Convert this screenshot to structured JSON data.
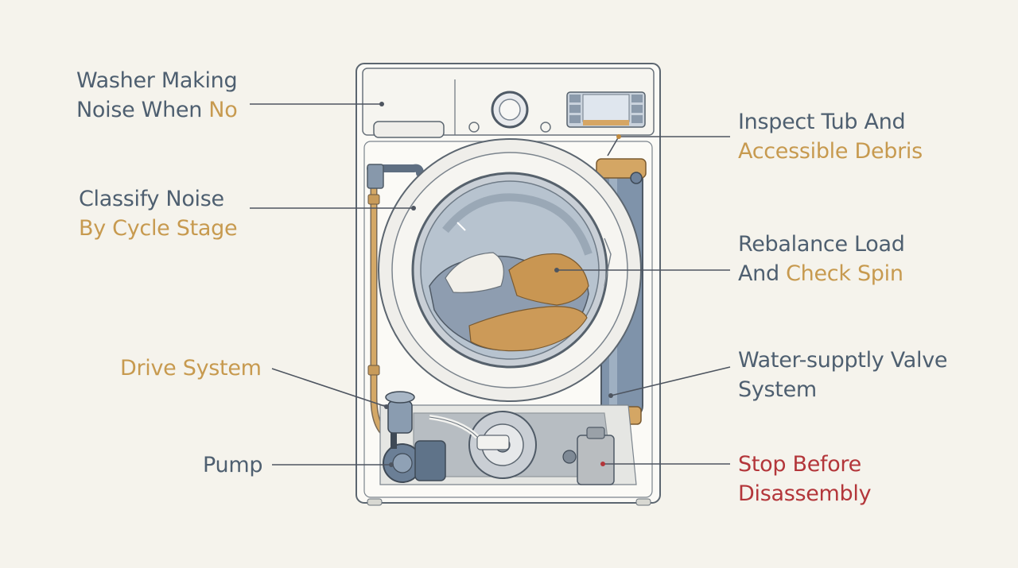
{
  "colors": {
    "background": "#f5f3ec",
    "text": "#4e5f70",
    "accent": "#c79a4f",
    "warning": "#b3363a",
    "outline": "#5c6670",
    "metal_blue": "#7c8ea3"
  },
  "labels": {
    "washer_noise": {
      "line1": "Washer Making",
      "line2a": "Noise When ",
      "line2b": "No"
    },
    "classify_noise": {
      "line1": "Classify Noise",
      "line2": "By Cycle Stage"
    },
    "drive_system": {
      "text": "Drive System"
    },
    "pump": {
      "text": "Pump"
    },
    "inspect_tub": {
      "line1": "Inspect Tub And",
      "line2": "Accessible Debris"
    },
    "rebalance": {
      "line1": "Rebalance Load",
      "line2a": "And ",
      "line2b": "Check Spin"
    },
    "water_valve": {
      "line1": "Water-supptly Valve",
      "line2": "System"
    },
    "stop": {
      "line1": "Stop Before",
      "line2": "Disassembly"
    }
  },
  "icons": [
    "washing-machine-illustration",
    "control-knob-icon",
    "display-panel-icon",
    "pump-icon",
    "motor-icon",
    "valve-icon"
  ]
}
